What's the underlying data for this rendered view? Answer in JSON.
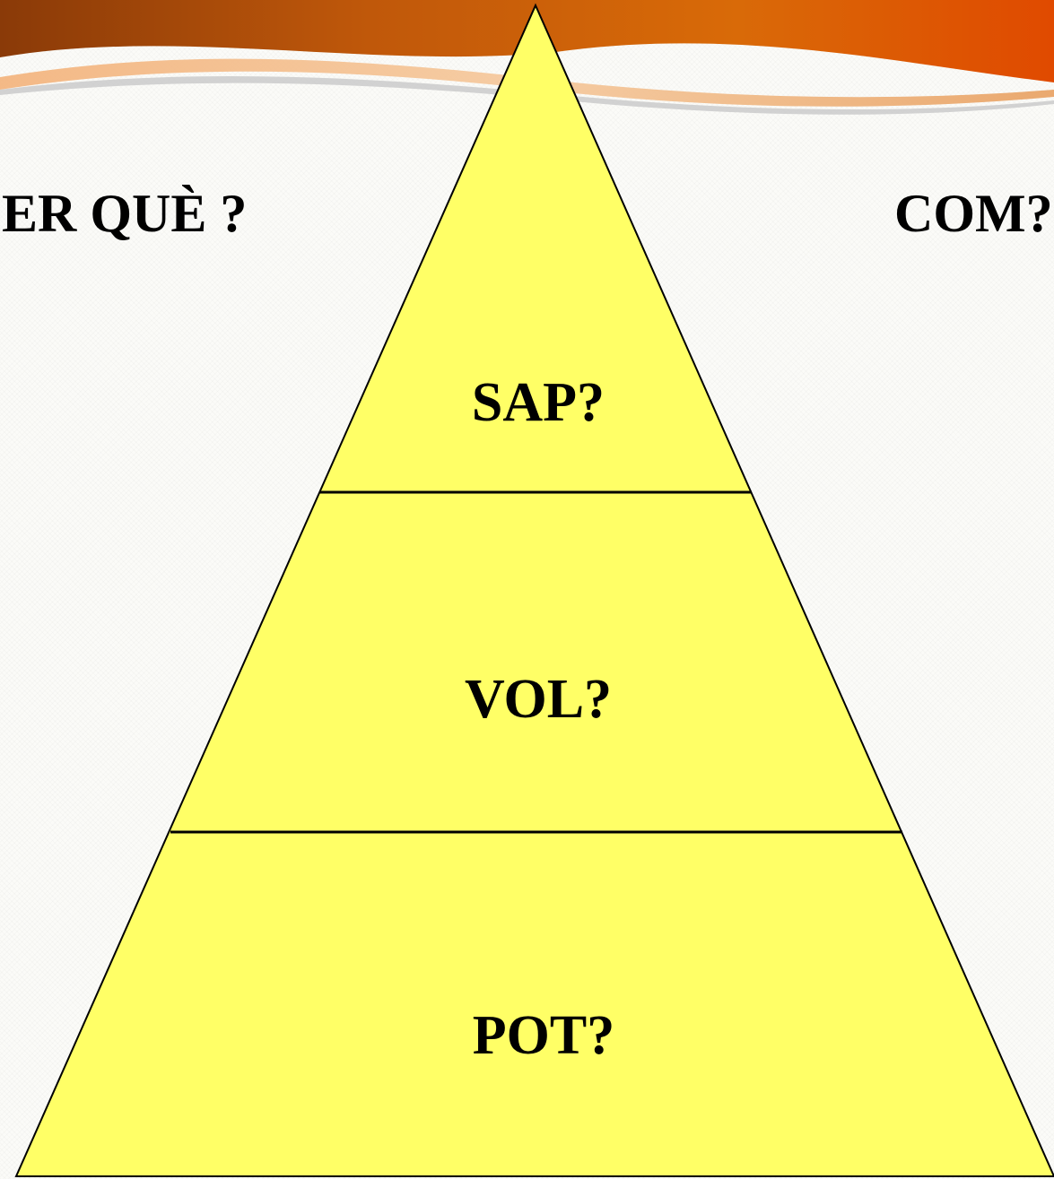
{
  "colors": {
    "banner_orange": "#d4630a",
    "banner_deep": "#b43c00",
    "banner_light": "#f0a060",
    "pyramid_fill": "#ffff66",
    "pyramid_stroke": "#000000",
    "background": "#fbfbf8"
  },
  "side_questions": {
    "left": "ER QUÈ ?",
    "right": "COM?"
  },
  "pyramid": {
    "levels": [
      {
        "label": "SAP?"
      },
      {
        "label": "VOL?"
      },
      {
        "label": "POT?"
      }
    ]
  }
}
